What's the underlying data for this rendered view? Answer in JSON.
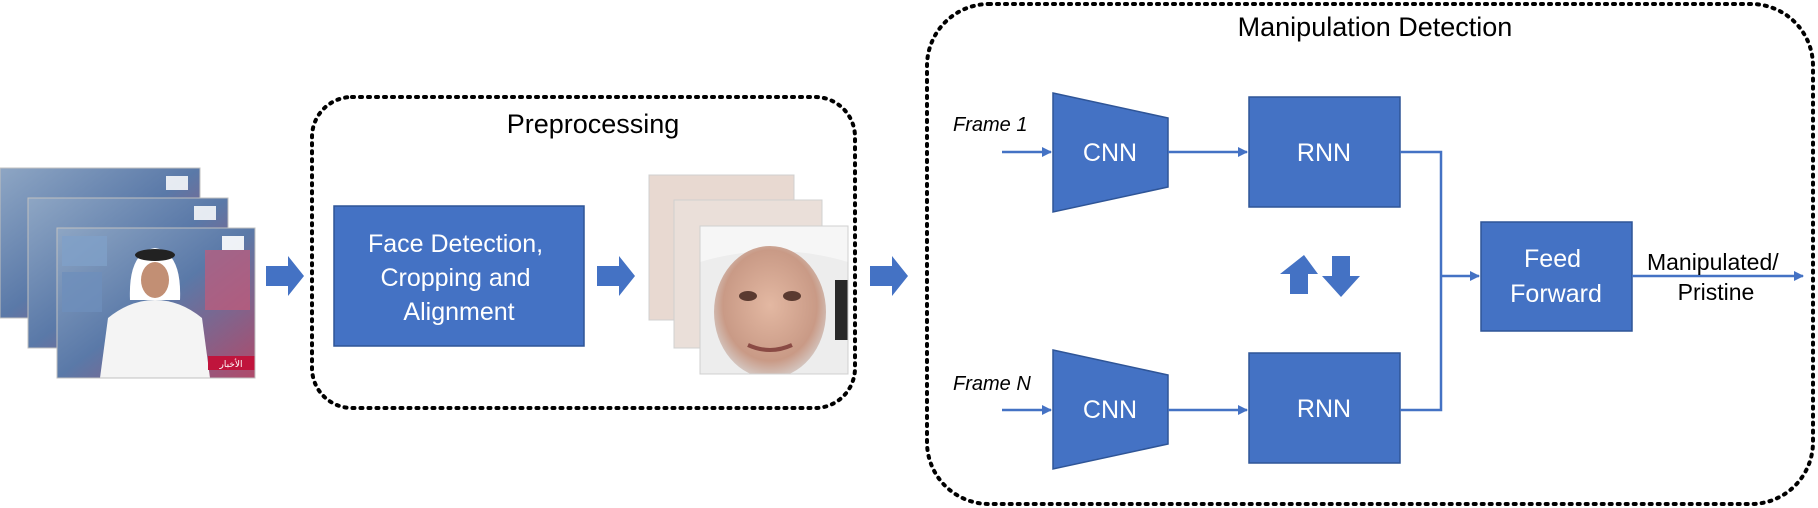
{
  "preprocessing": {
    "title": "Preprocessing",
    "face_detection_lines": [
      "Face Detection,",
      "Cropping and",
      "Alignment"
    ]
  },
  "manipulation": {
    "title": "Manipulation Detection",
    "frame1_label": "Frame 1",
    "frameN_label": "Frame N",
    "cnn_label": "CNN",
    "rnn_label": "RNN",
    "feed_forward_lines": [
      "Feed",
      "Forward"
    ],
    "output_lines": [
      "Manipulated/",
      "Pristine"
    ]
  },
  "tv_logo_text": "الأخبار",
  "colors": {
    "box_fill": "#4472C4",
    "box_stroke": "#2F5597",
    "arrow": "#4472C4"
  }
}
